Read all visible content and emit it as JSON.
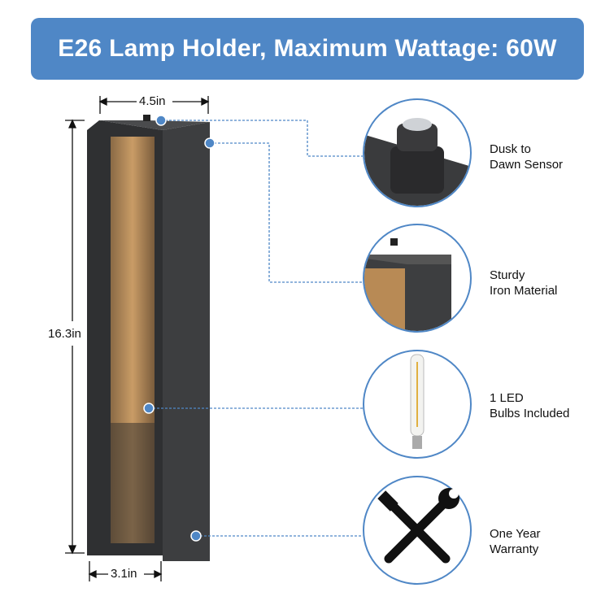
{
  "banner": {
    "title": "E26 Lamp Holder, Maximum Wattage: 60W"
  },
  "dimensions": {
    "width_top": "4.5in",
    "height": "16.3in",
    "width_bottom": "3.1in"
  },
  "features": [
    {
      "line1": "Dusk to",
      "line2": "Dawn Sensor",
      "icon": "sensor-closeup"
    },
    {
      "line1": "Sturdy",
      "line2": "Iron Material",
      "icon": "iron-corner-closeup"
    },
    {
      "line1": "1 LED",
      "line2": "Bulbs Included",
      "icon": "led-bulb"
    },
    {
      "line1": "One Year",
      "line2": "Warranty",
      "icon": "wrench-screwdriver-icon"
    }
  ],
  "colors": {
    "accent": "#4f87c6",
    "lamp_body": "#3a3b3d",
    "lamp_glow": "#b88a55"
  }
}
